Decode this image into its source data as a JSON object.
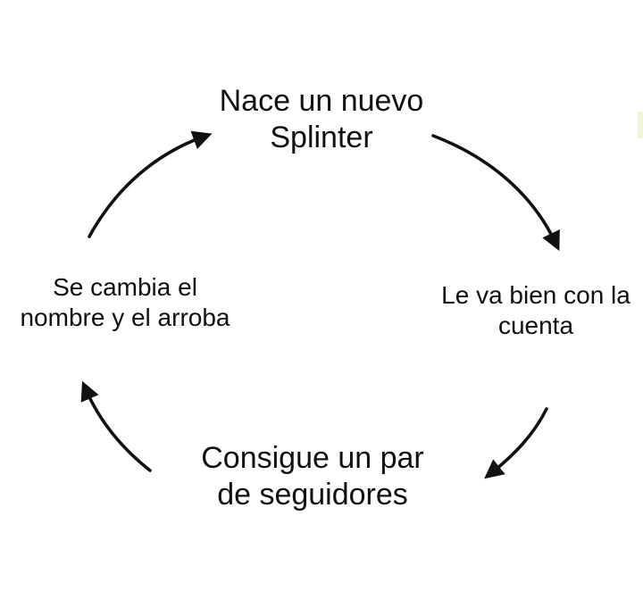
{
  "diagram": {
    "type": "cycle",
    "nodes": [
      {
        "id": "top",
        "lines": [
          "Nace un nuevo",
          "Splinter"
        ]
      },
      {
        "id": "right",
        "lines": [
          "Le va bien con la",
          "cuenta"
        ]
      },
      {
        "id": "bottom",
        "lines": [
          "Consigue un par",
          "de seguidores"
        ]
      },
      {
        "id": "left",
        "lines": [
          "Se cambia el",
          "nombre y el arroba"
        ]
      }
    ],
    "edges": [
      {
        "from": "top",
        "to": "right"
      },
      {
        "from": "right",
        "to": "bottom"
      },
      {
        "from": "bottom",
        "to": "left"
      },
      {
        "from": "left",
        "to": "top"
      }
    ],
    "colors": {
      "background": "#ffffff",
      "text": "#111111",
      "arrow": "#111111"
    }
  }
}
